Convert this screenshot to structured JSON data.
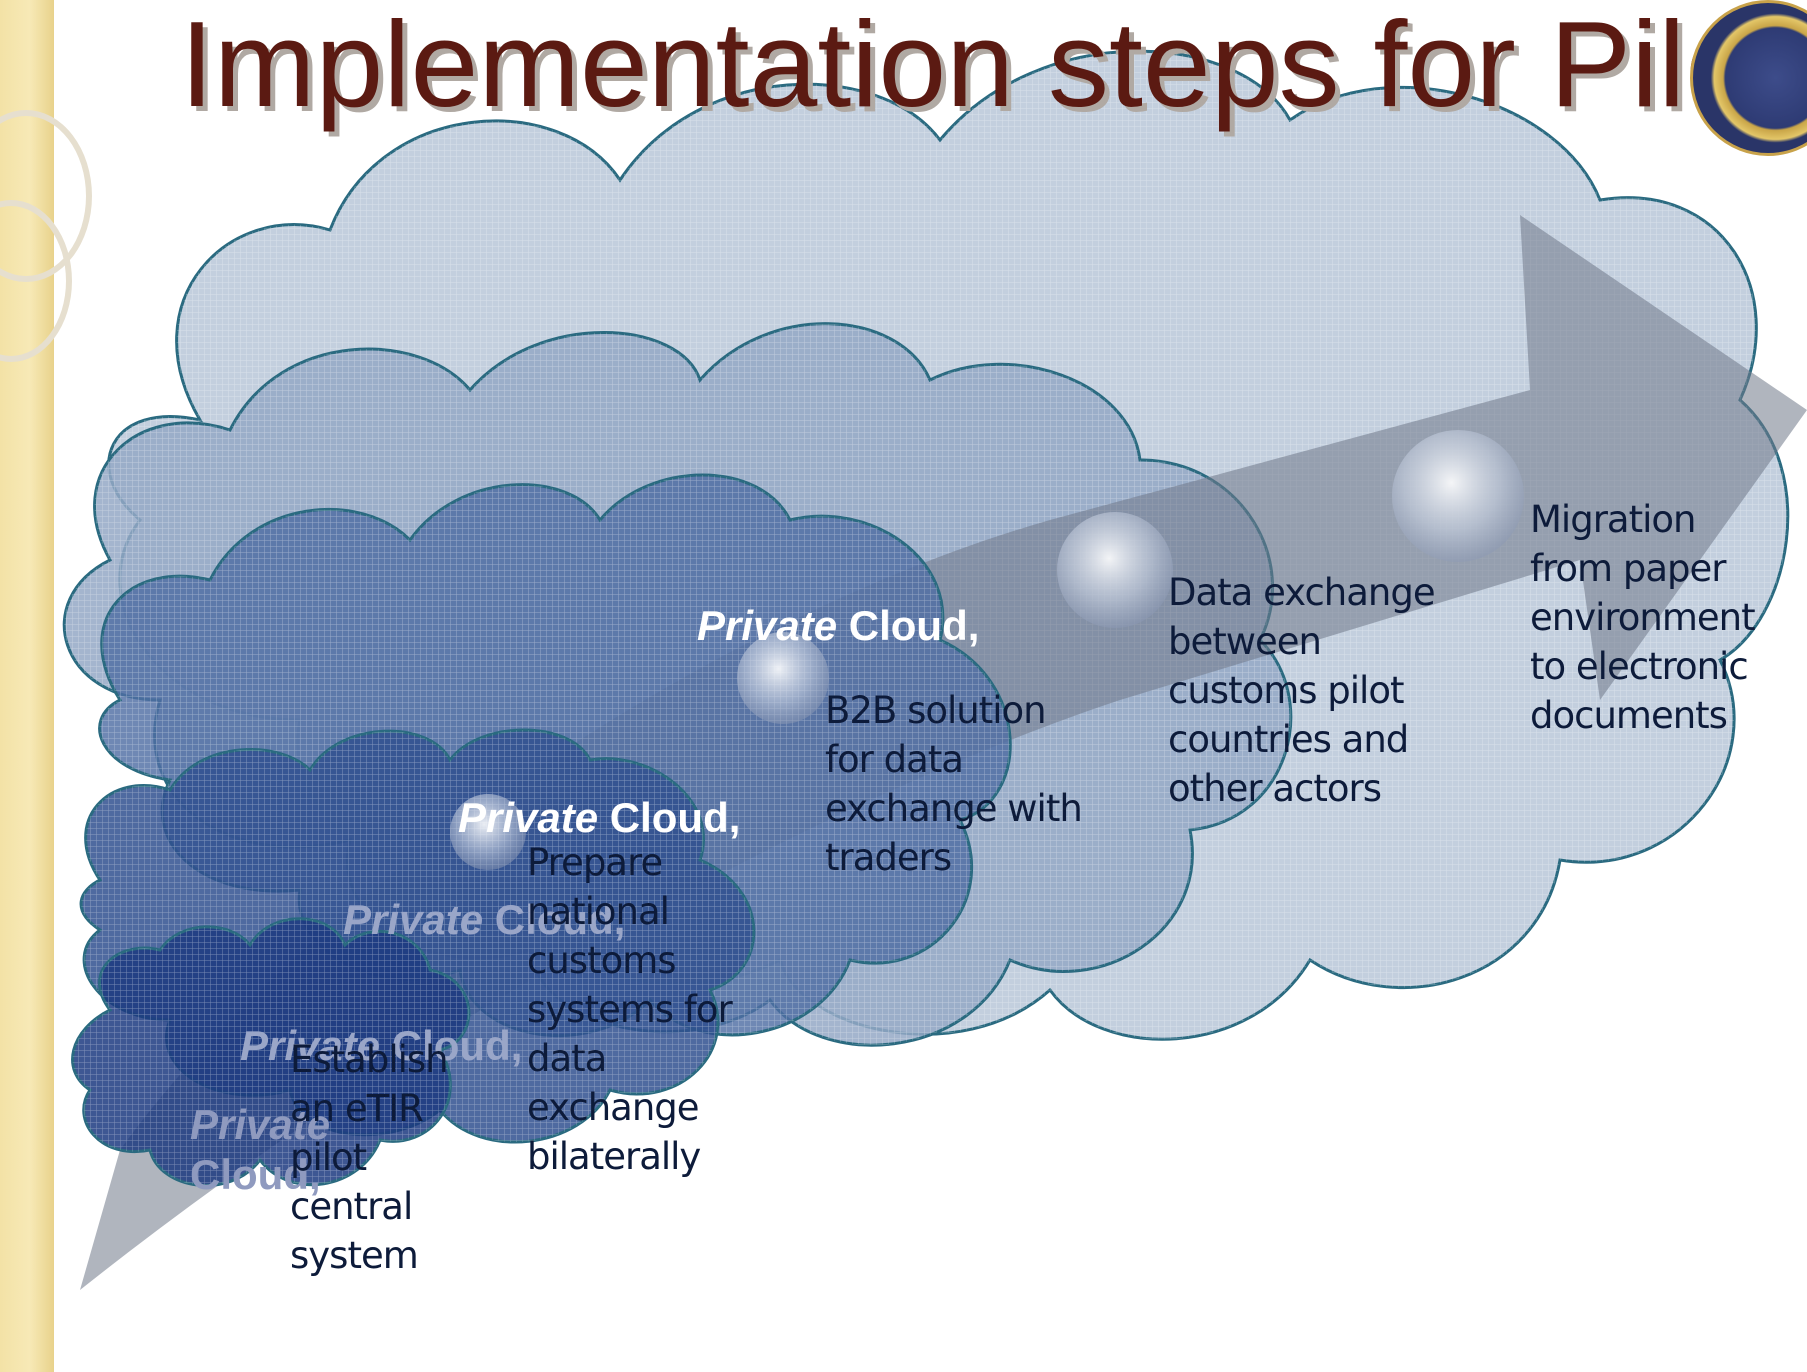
{
  "slide": {
    "title": "Implementation steps for Pilot"
  },
  "clouds": [
    {
      "label_italic": "Private",
      "label_rest": " Cloud,"
    },
    {
      "label_italic": "Private",
      "label_rest": " Cloud,"
    },
    {
      "label_italic": "Private",
      "label_rest": " Cloud,"
    },
    {
      "label_italic": "Private",
      "label_rest": " Cloud,"
    },
    {
      "label_italic": "Private",
      "label_rest": "",
      "label_line2": "Cloud,"
    }
  ],
  "steps": [
    {
      "text": "Establish\nan eTIR\npilot\ncentral\nsystem"
    },
    {
      "text": "Prepare\nnational\ncustoms\nsystems for\ndata\nexchange\nbilaterally"
    },
    {
      "text": "B2B solution\nfor data\nexchange with\ntraders"
    },
    {
      "text": "Data exchange\nbetween\ncustoms pilot\ncountries and\nother actors"
    },
    {
      "text": "Migration\nfrom paper\nenvironment\nto electronic\ndocuments"
    }
  ],
  "colors": {
    "title": "#5b1a12",
    "cloud_outline": "#2a6a80",
    "cloud_outer_fill": "#b8c6d8",
    "cloud_inner_fill": "#1e3a7a",
    "arrow": "#7a8290",
    "accent_strip": "#f3e2a6"
  },
  "icons": {
    "arrow": "progress-arrow",
    "seal": "organization-seal"
  }
}
